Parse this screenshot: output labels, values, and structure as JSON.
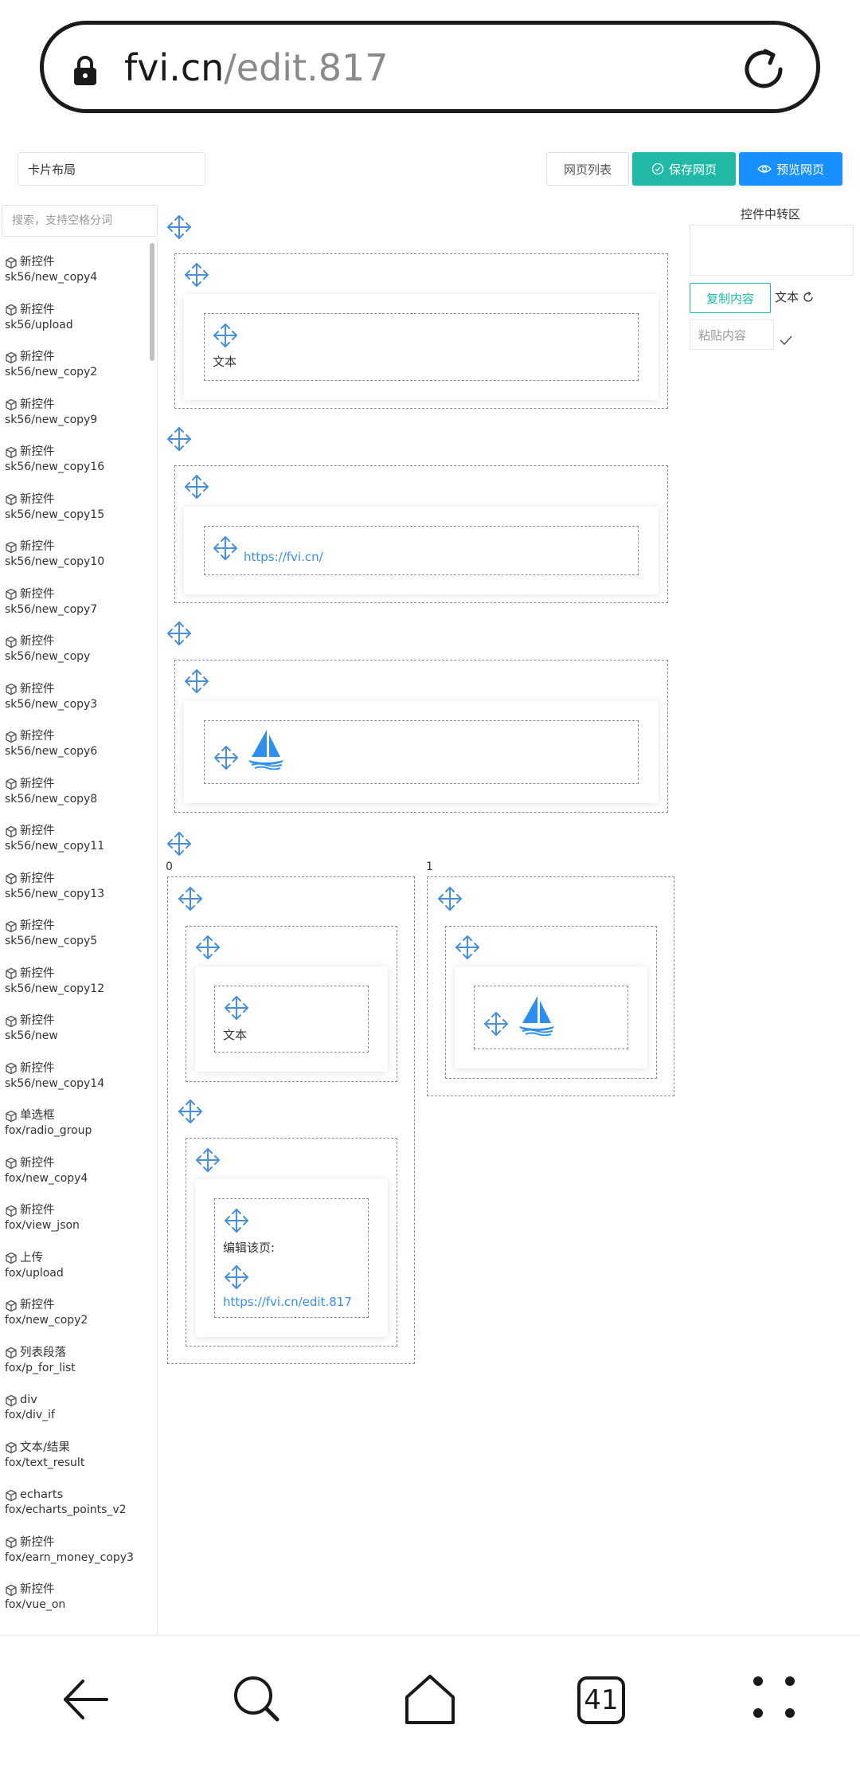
{
  "browser": {
    "domain": "fvi.cn",
    "path": "/edit.817"
  },
  "header": {
    "page_name": "卡片布局",
    "btn_list": "网页列表",
    "btn_save": "保存网页",
    "btn_preview": "预览网页"
  },
  "sidebar": {
    "search_placeholder": "搜索，支持空格分词",
    "items": [
      {
        "label": "新控件",
        "path": "sk56/new_copy4"
      },
      {
        "label": "新控件",
        "path": "sk56/upload"
      },
      {
        "label": "新控件",
        "path": "sk56/new_copy2"
      },
      {
        "label": "新控件",
        "path": "sk56/new_copy9"
      },
      {
        "label": "新控件",
        "path": "sk56/new_copy16"
      },
      {
        "label": "新控件",
        "path": "sk56/new_copy15"
      },
      {
        "label": "新控件",
        "path": "sk56/new_copy10"
      },
      {
        "label": "新控件",
        "path": "sk56/new_copy7"
      },
      {
        "label": "新控件",
        "path": "sk56/new_copy"
      },
      {
        "label": "新控件",
        "path": "sk56/new_copy3"
      },
      {
        "label": "新控件",
        "path": "sk56/new_copy6"
      },
      {
        "label": "新控件",
        "path": "sk56/new_copy8"
      },
      {
        "label": "新控件",
        "path": "sk56/new_copy11"
      },
      {
        "label": "新控件",
        "path": "sk56/new_copy13"
      },
      {
        "label": "新控件",
        "path": "sk56/new_copy5"
      },
      {
        "label": "新控件",
        "path": "sk56/new_copy12"
      },
      {
        "label": "新控件",
        "path": "sk56/new"
      },
      {
        "label": "新控件",
        "path": "sk56/new_copy14"
      },
      {
        "label": "单选框",
        "path": "fox/radio_group"
      },
      {
        "label": "新控件",
        "path": "fox/new_copy4"
      },
      {
        "label": "新控件",
        "path": "fox/view_json"
      },
      {
        "label": "上传",
        "path": "fox/upload"
      },
      {
        "label": "新控件",
        "path": "fox/new_copy2"
      },
      {
        "label": "列表段落",
        "path": "fox/p_for_list"
      },
      {
        "label": "div",
        "path": "fox/div_if"
      },
      {
        "label": "文本/结果",
        "path": "fox/text_result"
      },
      {
        "label": "echarts",
        "path": "fox/echarts_points_v2"
      },
      {
        "label": "新控件",
        "path": "fox/earn_money_copy3"
      },
      {
        "label": "新控件",
        "path": "fox/vue_on"
      }
    ]
  },
  "canvas": {
    "block1_text": "文本",
    "block2_link": "https://fvi.cn/",
    "col0_index": "0",
    "col1_index": "1",
    "col0_text": "文本",
    "col0_edit_label": "编辑该页:",
    "col0_edit_link": "https://fvi.cn/edit.817"
  },
  "transfer": {
    "title": "控件中转区",
    "copy_btn": "复制内容",
    "copy_label": "文本",
    "paste_placeholder": "粘贴内容"
  },
  "bottom_nav": {
    "tabs_count": "41"
  },
  "colors": {
    "teal": "#22b8a6",
    "blue": "#1890ff",
    "link": "#3a8ee6",
    "move_icon": "#4a90d9"
  }
}
